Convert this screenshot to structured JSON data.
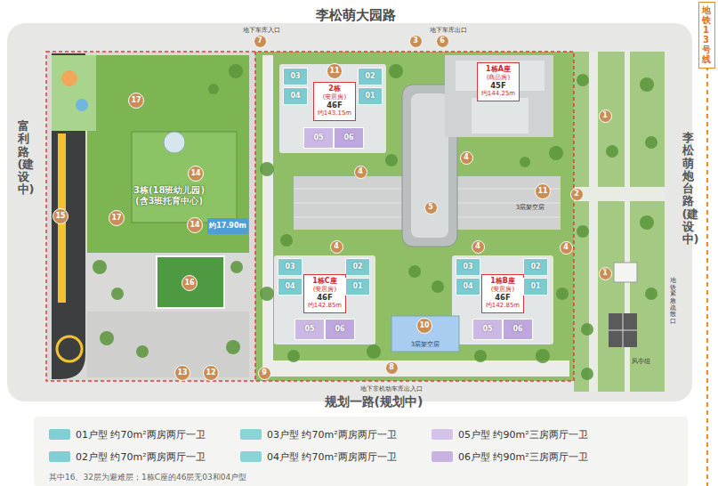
{
  "diagram": {
    "nodes": [
      {
        "text": [
          "地铁13号线"
        ]
      },
      {
        "text": [
          "7"
        ]
      },
      {
        "text": [
          "3"
        ]
      },
      {
        "text": [
          "6"
        ]
      },
      {
        "text": [
          "03"
        ]
      },
      {
        "text": [
          "02"
        ]
      },
      {
        "text": [
          "11"
        ]
      },
      {
        "text": [
          "1栋A座",
          "(商品房)",
          "45F",
          "约144.25m"
        ]
      },
      {
        "text": [
          "2栋",
          "(安居房)",
          "46F",
          "约143.15m"
        ]
      },
      {
        "text": [
          "04"
        ]
      },
      {
        "text": [
          "01"
        ]
      },
      {
        "text": [
          "17"
        ]
      },
      {
        "text": [
          "1"
        ]
      },
      {
        "text": [
          "05"
        ]
      },
      {
        "text": [
          "06"
        ]
      },
      {
        "text": [
          "4"
        ]
      },
      {
        "text": [
          "4"
        ]
      },
      {
        "text": [
          "14"
        ]
      },
      {
        "text": [
          "2"
        ]
      },
      {
        "text": [
          "11"
        ]
      },
      {
        "text": [
          "5"
        ]
      },
      {
        "text": [
          "17"
        ]
      },
      {
        "text": [
          "15"
        ]
      },
      {
        "text": [
          "14"
        ]
      },
      {
        "text": [
          "4"
        ]
      },
      {
        "text": [
          "4"
        ]
      },
      {
        "text": [
          "4"
        ]
      },
      {
        "text": [
          "03"
        ]
      },
      {
        "text": [
          "02"
        ]
      },
      {
        "text": [
          "03"
        ]
      },
      {
        "text": [
          "02"
        ]
      },
      {
        "text": [
          "1"
        ]
      },
      {
        "text": [
          "04"
        ]
      },
      {
        "text": [
          "1栋C座",
          "(安居房)",
          "46F",
          "约142.85m"
        ]
      },
      {
        "text": [
          "01"
        ]
      },
      {
        "text": [
          "04"
        ]
      },
      {
        "text": [
          "1栋B座",
          "(安居房)",
          "46F",
          "约142.85m"
        ]
      },
      {
        "text": [
          "01"
        ]
      },
      {
        "text": [
          "16"
        ]
      },
      {
        "text": [
          "05"
        ]
      },
      {
        "text": [
          "06"
        ]
      },
      {
        "text": [
          "10"
        ]
      },
      {
        "text": [
          "05"
        ]
      },
      {
        "text": [
          "06"
        ]
      },
      {
        "text": [
          "8"
        ]
      },
      {
        "text": [
          "9"
        ]
      },
      {
        "text": [
          "13"
        ]
      },
      {
        "text": [
          "12"
        ]
      }
    ],
    "labels": [
      "李松萌大园路",
      "地下车库入口",
      "地下车库出口",
      "富利路(建设中)",
      "3栋(18班幼儿园) (含3班托育中心)",
      "约17.90m",
      "3层架空层",
      "李松萌炮台路(建设中)",
      "地铁紧急疏散口",
      "3层架空层",
      "风亭组",
      "地下非机动车库出入口",
      "规划一路(规划中)",
      "其中16、32层为避难层；1栋C座的46层无03和04户型"
    ],
    "legend": [
      {
        "text": "01户型 约70m²两房两厅一卫",
        "color": "#7fcfd3"
      },
      {
        "text": "03户型 约70m²两房两厅一卫",
        "color": "#8ad4d7"
      },
      {
        "text": "05户型 约90m²三房两厅一卫",
        "color": "#d4c2ea"
      },
      {
        "text": "02户型 约70m²两房两厅一卫",
        "color": "#7fcfd3"
      },
      {
        "text": "04户型 约70m²两房两厅一卫",
        "color": "#8ad4d7"
      },
      {
        "text": "06户型 约90m²三房两厅一卫",
        "color": "#c7b2e2"
      }
    ]
  }
}
